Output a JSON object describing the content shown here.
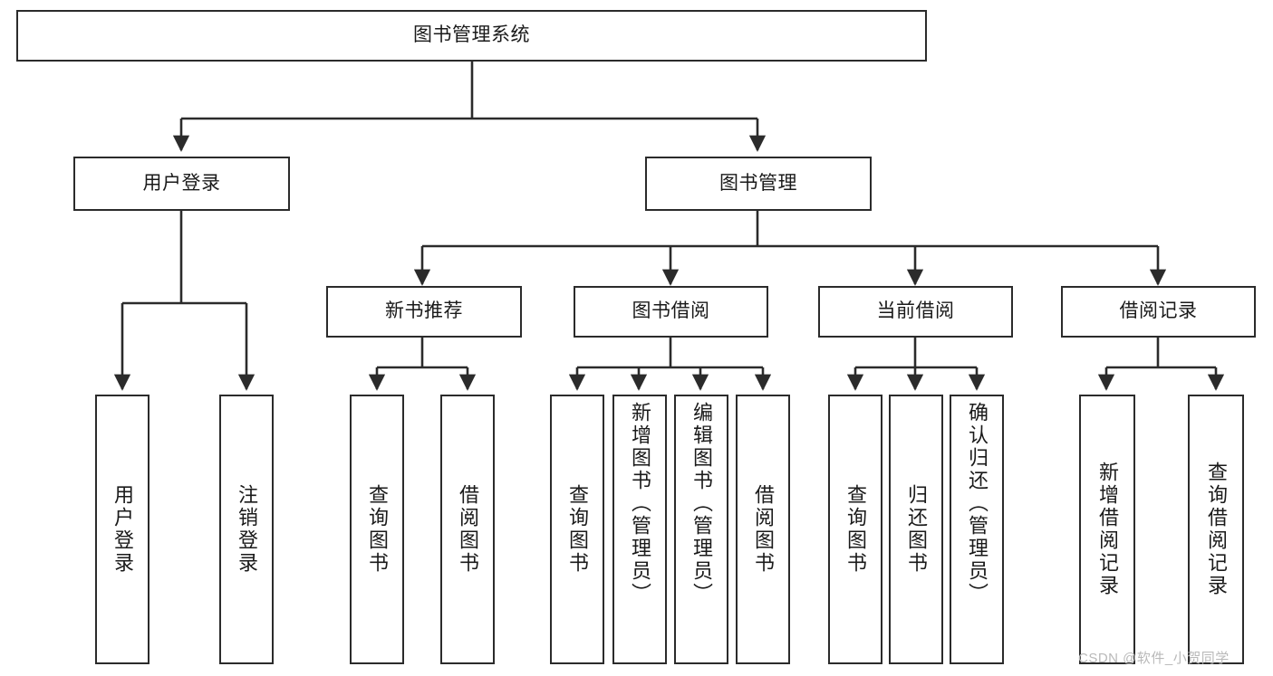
{
  "diagram": {
    "type": "hierarchy-tree",
    "title": "图书管理系统",
    "watermark": "CSDN @软件_小贺同学",
    "levels": {
      "root": {
        "label": "图书管理系统"
      },
      "level2": [
        {
          "id": "user-login",
          "label": "用户登录"
        },
        {
          "id": "book-management",
          "label": "图书管理"
        }
      ],
      "level3": [
        {
          "id": "new-book-recommend",
          "label": "新书推荐",
          "parent": "book-management"
        },
        {
          "id": "book-borrow",
          "label": "图书借阅",
          "parent": "book-management"
        },
        {
          "id": "current-borrow",
          "label": "当前借阅",
          "parent": "book-management"
        },
        {
          "id": "borrow-record",
          "label": "借阅记录",
          "parent": "book-management"
        }
      ],
      "leaves": [
        {
          "id": "leaf-user-login",
          "label": "用户登录",
          "parent": "user-login"
        },
        {
          "id": "leaf-logout-login",
          "label": "注销登录",
          "parent": "user-login"
        },
        {
          "id": "leaf-query-book-1",
          "label": "查询图书",
          "parent": "new-book-recommend"
        },
        {
          "id": "leaf-borrow-book-1",
          "label": "借阅图书",
          "parent": "new-book-recommend"
        },
        {
          "id": "leaf-query-book-2",
          "label": "查询图书",
          "parent": "book-borrow"
        },
        {
          "id": "leaf-add-book",
          "label": "新增图书（管理员）",
          "parent": "book-borrow"
        },
        {
          "id": "leaf-edit-book",
          "label": "编辑图书（管理员）",
          "parent": "book-borrow"
        },
        {
          "id": "leaf-borrow-book-2",
          "label": "借阅图书",
          "parent": "book-borrow"
        },
        {
          "id": "leaf-query-book-3",
          "label": "查询图书",
          "parent": "current-borrow"
        },
        {
          "id": "leaf-return-book",
          "label": "归还图书",
          "parent": "current-borrow"
        },
        {
          "id": "leaf-confirm-return",
          "label": "确认归还（管理员）",
          "parent": "current-borrow"
        },
        {
          "id": "leaf-add-borrow-record",
          "label": "新增借阅记录",
          "parent": "borrow-record"
        },
        {
          "id": "leaf-query-borrow-record",
          "label": "查询借阅记录",
          "parent": "borrow-record"
        }
      ]
    },
    "colors": {
      "stroke": "#2b2b2b",
      "fill": "#ffffff",
      "text": "#1a1a1a",
      "watermark": "#b9b9b9"
    }
  }
}
